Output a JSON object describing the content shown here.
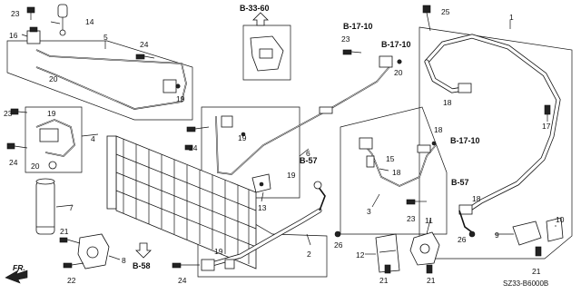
{
  "diagram": {
    "part_numbers": [
      "1",
      "2",
      "3",
      "4",
      "5",
      "6",
      "7",
      "8",
      "9",
      "10",
      "11",
      "12",
      "13",
      "14",
      "15",
      "16",
      "17",
      "18",
      "19",
      "20",
      "21",
      "22",
      "23",
      "24",
      "25",
      "26"
    ],
    "references": [
      "B-33-60",
      "B-17-10",
      "B-17-10",
      "B-17-10",
      "B-57",
      "B-57",
      "B-58"
    ],
    "front_label": "FR.",
    "diagram_code": "SZ33-B6000B"
  }
}
